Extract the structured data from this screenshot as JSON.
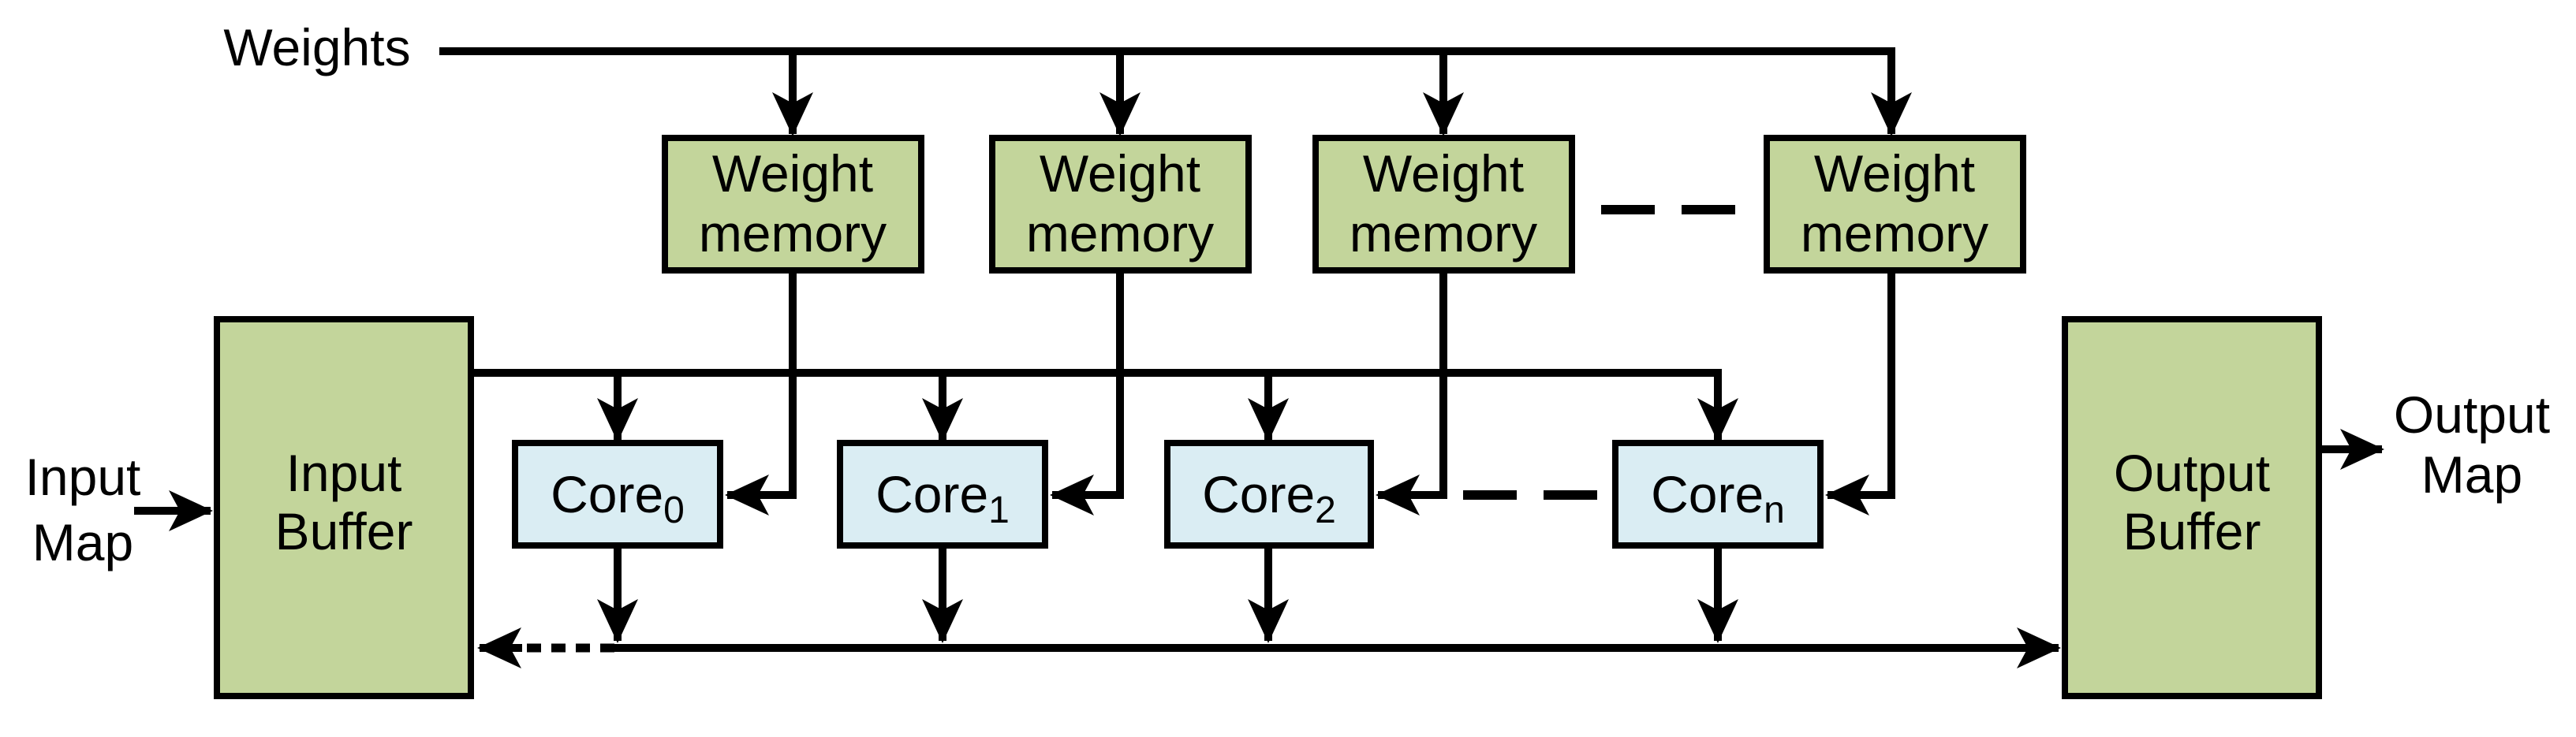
{
  "labels": {
    "weights": "Weights",
    "input_map_line1": "Input",
    "input_map_line2": "Map",
    "output_map_line1": "Output",
    "output_map_line2": "Map"
  },
  "weight_memories": [
    {
      "line1": "Weight",
      "line2": "memory"
    },
    {
      "line1": "Weight",
      "line2": "memory"
    },
    {
      "line1": "Weight",
      "line2": "memory"
    },
    {
      "line1": "Weight",
      "line2": "memory"
    }
  ],
  "cores": [
    {
      "base": "Core",
      "sub": "0"
    },
    {
      "base": "Core",
      "sub": "1"
    },
    {
      "base": "Core",
      "sub": "2"
    },
    {
      "base": "Core",
      "sub": "n"
    }
  ],
  "buffers": {
    "input": {
      "line1": "Input",
      "line2": "Buffer"
    },
    "output": {
      "line1": "Output",
      "line2": "Buffer"
    }
  },
  "colors": {
    "memory_fill": "#c3d59b",
    "core_fill": "#daedf3",
    "line": "#000000"
  }
}
